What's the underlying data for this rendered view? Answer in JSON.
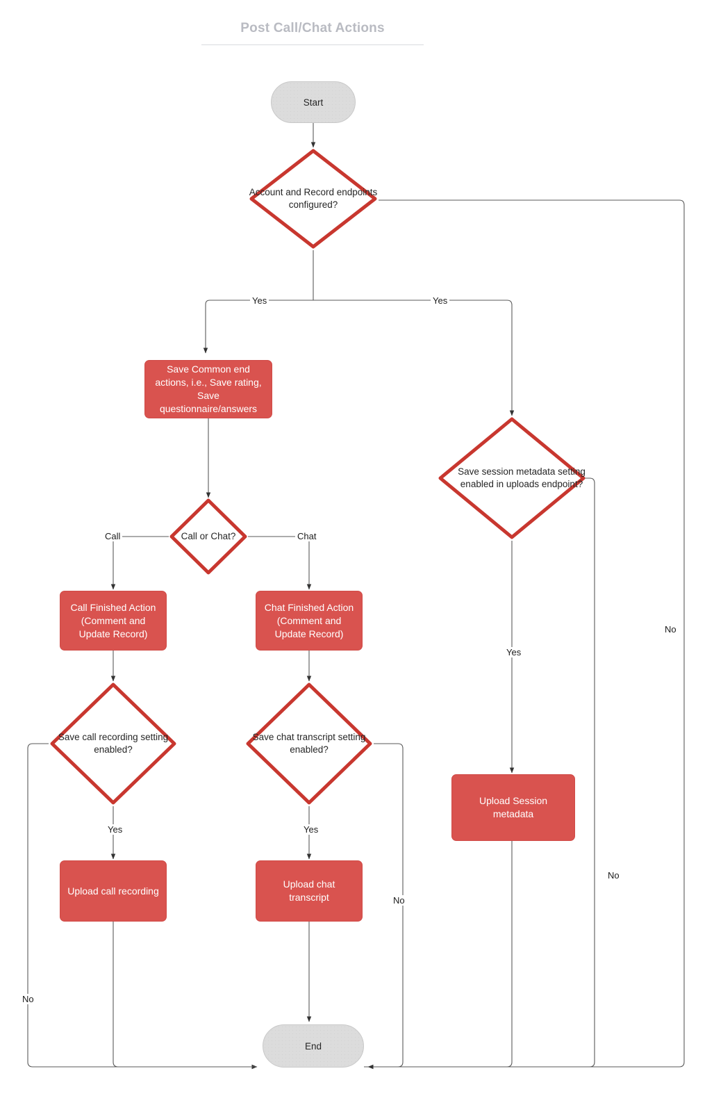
{
  "diagram": {
    "title": "Post Call/Chat Actions",
    "colors": {
      "process_fill": "#d9534f",
      "decision_stroke": "#c8372f",
      "terminator_fill": "#dcdcdc",
      "edge_stroke": "#595959",
      "title_color": "#b9bbc2",
      "text_dark": "#262626",
      "text_light": "#ffffff"
    },
    "nodes": {
      "start": {
        "label": "Start",
        "type": "terminator"
      },
      "d_endpoints": {
        "label": "Account and Record endpoints configured?",
        "type": "decision"
      },
      "p_common": {
        "label": "Save Common end actions, i.e., Save rating, Save questionnaire/answers",
        "type": "process"
      },
      "d_call_or_chat": {
        "label": "Call or Chat?",
        "type": "decision"
      },
      "p_call_finished": {
        "label": "Call Finished Action (Comment and Update Record)",
        "type": "process"
      },
      "p_chat_finished": {
        "label": "Chat Finished Action (Comment and Update Record)",
        "type": "process"
      },
      "d_call_recording": {
        "label": "Save call recording setting enabled?",
        "type": "decision"
      },
      "d_chat_transcript": {
        "label": "Save chat transcript setting enabled?",
        "type": "decision"
      },
      "p_upload_call": {
        "label": "Upload call recording",
        "type": "process"
      },
      "p_upload_chat": {
        "label": "Upload chat transcript",
        "type": "process"
      },
      "d_session_meta": {
        "label": "Save session metadata setting enabled in uploads endpoint?",
        "type": "decision"
      },
      "p_upload_session": {
        "label": "Upload Session metadata",
        "type": "process"
      },
      "end": {
        "label": "End",
        "type": "terminator"
      }
    },
    "edge_labels": {
      "yes_left": "Yes",
      "yes_right": "Yes",
      "no_far_right": "No",
      "call": "Call",
      "chat": "Chat",
      "yes_call_recording": "Yes",
      "no_call_recording": "No",
      "yes_chat_transcript": "Yes",
      "no_chat_transcript": "No",
      "yes_session_meta": "Yes",
      "no_session_meta": "No"
    }
  }
}
